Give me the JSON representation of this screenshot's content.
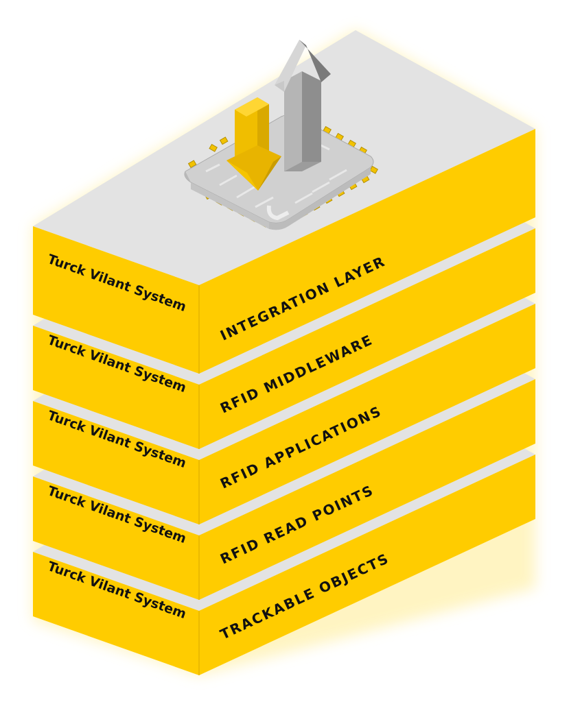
{
  "colors": {
    "yellow": "#ffcc00",
    "yellow_dark": "#f0bd00",
    "top_gray": "#e3e3e3",
    "text": "#111111",
    "glow": "#fff6c8"
  },
  "layers": [
    {
      "system_label": "Turck Vilant System",
      "layer_label": "INTEGRATION LAYER"
    },
    {
      "system_label": "Turck Vilant System",
      "layer_label": "RFID MIDDLEWARE"
    },
    {
      "system_label": "Turck Vilant System",
      "layer_label": "RFID APPLICATIONS"
    },
    {
      "system_label": "Turck Vilant System",
      "layer_label": "RFID READ POINTS"
    },
    {
      "system_label": "Turck Vilant System",
      "layer_label": "TRACKABLE OBJECTS"
    }
  ],
  "icons": {
    "chip": "microchip-icon",
    "down_arrow": "yellow-down-arrow-icon",
    "up_arrow": "gray-up-arrow-icon"
  }
}
